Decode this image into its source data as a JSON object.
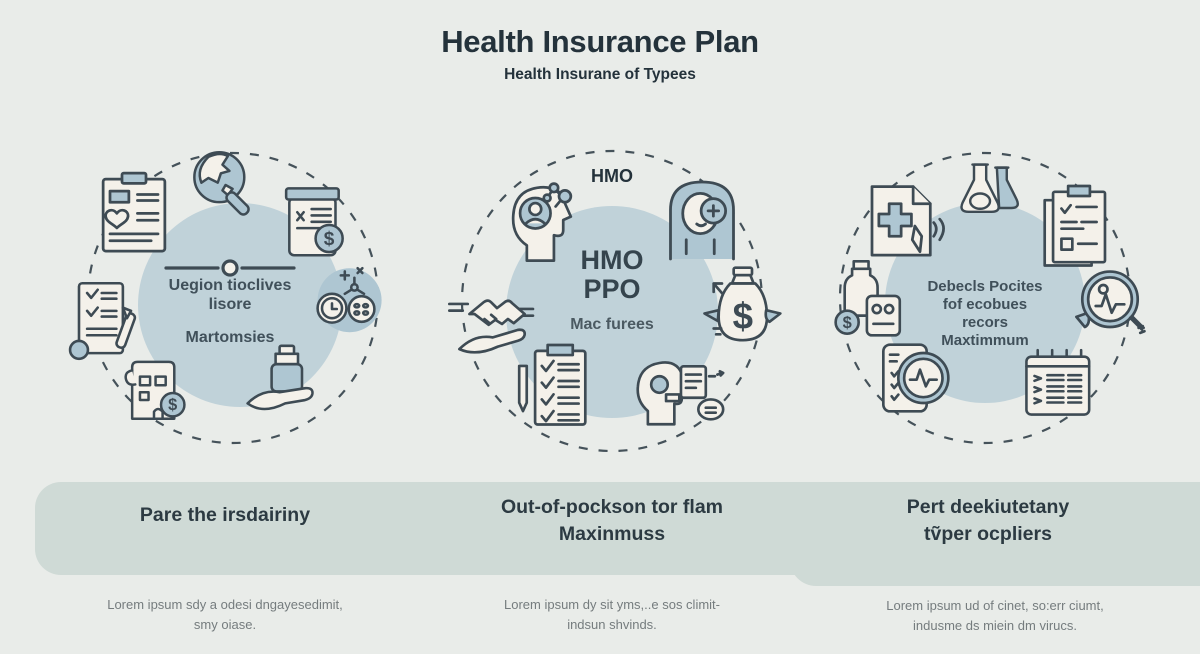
{
  "header": {
    "title": "Health Insurance Plan",
    "subtitle": "Health Insurane of Typees"
  },
  "colors": {
    "bg": "#e9ece9",
    "disc": "#c0d2d9",
    "band": "#cfdad6",
    "title": "#24323b",
    "ctext": "#40505a",
    "heading": "#2c3a42",
    "muted": "#757c7e",
    "stroke": "#3e4b54",
    "paper": "#f4f1ea",
    "blue": "#aec6d2"
  },
  "circles": [
    {
      "top_label": "",
      "center_lines": [
        "Uegion tioclives",
        "lisore",
        "Martomsies"
      ],
      "icons": [
        "clipboard-heart-icon",
        "globe-search-icon",
        "rx-bottle-dollar-icon",
        "checklist-pen-icon",
        "pills-clock-icon",
        "house-dollar-icon",
        "hand-lotion-icon",
        "slider-icon"
      ]
    },
    {
      "top_label": "HMO",
      "center_lines": [
        "HMO",
        "PPO"
      ],
      "center_sub": "Mac furees",
      "icons": [
        "head-avatar-icon",
        "woman-face-icon",
        "handshake-hand-icon",
        "money-bag-icon",
        "checklist-pencil-icon",
        "chat-head-icon"
      ]
    },
    {
      "top_label": "",
      "center_lines": [
        "Debecls Pocites",
        "fof ecobues",
        "recors",
        "Maxtimmum"
      ],
      "icons": [
        "med-file-cross-icon",
        "flasks-icon",
        "clipboard-list-icon",
        "bottles-dollar-icon",
        "magnifier-ekg-icon",
        "ekg-card-icon",
        "calendar-list-icon"
      ]
    }
  ],
  "band": {
    "columns": [
      {
        "heading_lines": [
          "Pare the irsdairiny"
        ]
      },
      {
        "heading_lines": [
          "Out-of-pockson tor flam",
          "Maxinmuss"
        ]
      },
      {
        "heading_lines": [
          "Pert deekiutetany",
          "tṽper ocpliers"
        ]
      }
    ]
  },
  "footnotes": [
    {
      "lines": [
        "Lorem ipsum sdy a odesi dngayesedimit,",
        "smy oiase."
      ]
    },
    {
      "lines": [
        "Lorem ipsum dy sit yms,..e sos climit-",
        "indsun shvinds."
      ]
    },
    {
      "lines": [
        "Lorem ipsum ud of cinet, so:err ciumt,",
        "indusme ds miein dm virucs."
      ]
    }
  ]
}
